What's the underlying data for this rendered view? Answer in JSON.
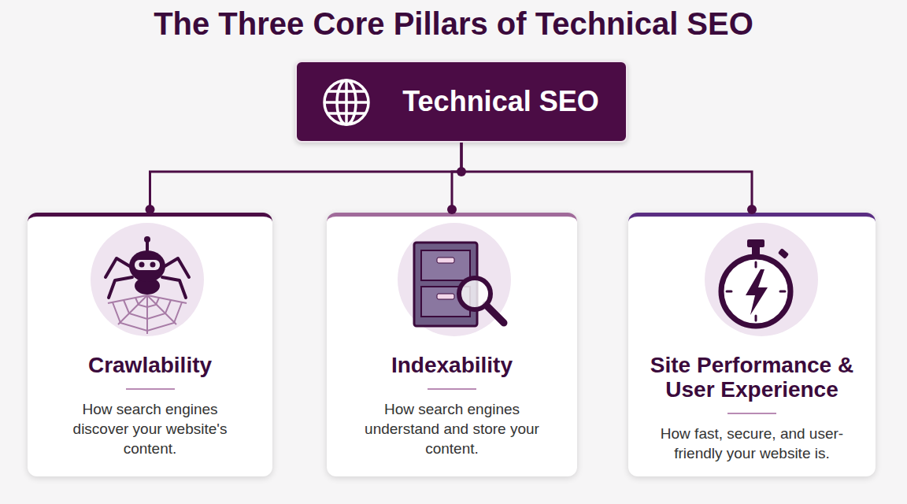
{
  "diagram": {
    "title": "The Three Core Pillars of Technical SEO",
    "nodes": [
      {
        "text": [
          "Technical SEO"
        ]
      },
      {
        "text": [
          "Crawlability",
          "How search engines discover your website's content."
        ]
      },
      {
        "text": [
          "Indexability",
          "How search engines understand and store your content."
        ]
      },
      {
        "text": [
          "Site Performance & User Experience",
          "How fast, secure, and user-friendly your website is."
        ]
      }
    ],
    "edges": [
      {
        "from": 0,
        "to": 1,
        "arrow": "none"
      },
      {
        "from": 0,
        "to": 2,
        "arrow": "none"
      },
      {
        "from": 0,
        "to": 3,
        "arrow": "none"
      }
    ]
  }
}
